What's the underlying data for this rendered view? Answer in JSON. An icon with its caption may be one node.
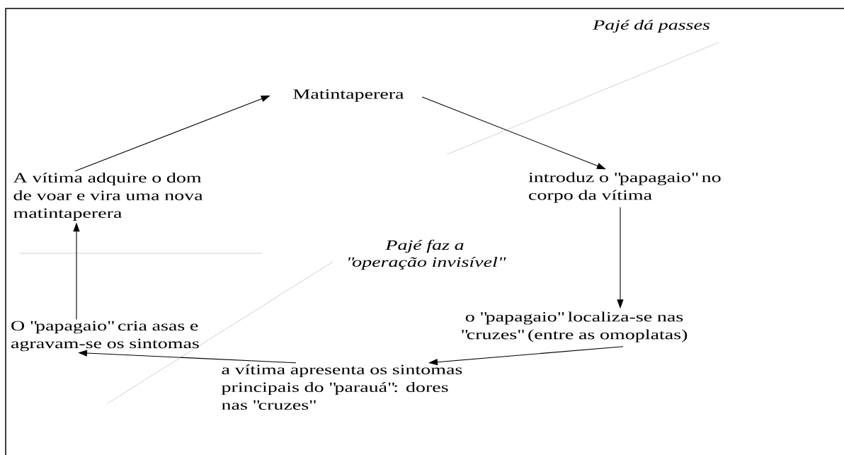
{
  "diagram": {
    "nodes": [
      {
        "text": [
          "Matintaperera"
        ]
      },
      {
        "text": [
          "introduz o \"papagaio\" no corpo da vítima"
        ]
      },
      {
        "text": [
          "o \"papagaio\" localiza-se nas \"cruzes\" (entre as omoplatas)"
        ]
      },
      {
        "text": [
          "a vítima apresenta os sintomas principais do \"parauá\": dores nas \"cruzes\""
        ]
      },
      {
        "text": [
          "O \"papagaio\" cria asas e agravam-se os sintomas"
        ]
      },
      {
        "text": [
          "A vítima adquire o dom de voar e vira uma nova matintaperera"
        ]
      }
    ],
    "edges": [
      {
        "from": 0,
        "to": 1,
        "arrow": "to"
      },
      {
        "from": 1,
        "to": 2,
        "arrow": "to"
      },
      {
        "from": 2,
        "to": 3,
        "arrow": "to"
      },
      {
        "from": 3,
        "to": 4,
        "arrow": "to"
      },
      {
        "from": 4,
        "to": 5,
        "arrow": "to"
      },
      {
        "from": 5,
        "to": 0,
        "arrow": "to"
      }
    ],
    "labels": [
      "Pajé dá passes",
      "Pajé faz a \"operação invisível\""
    ]
  }
}
